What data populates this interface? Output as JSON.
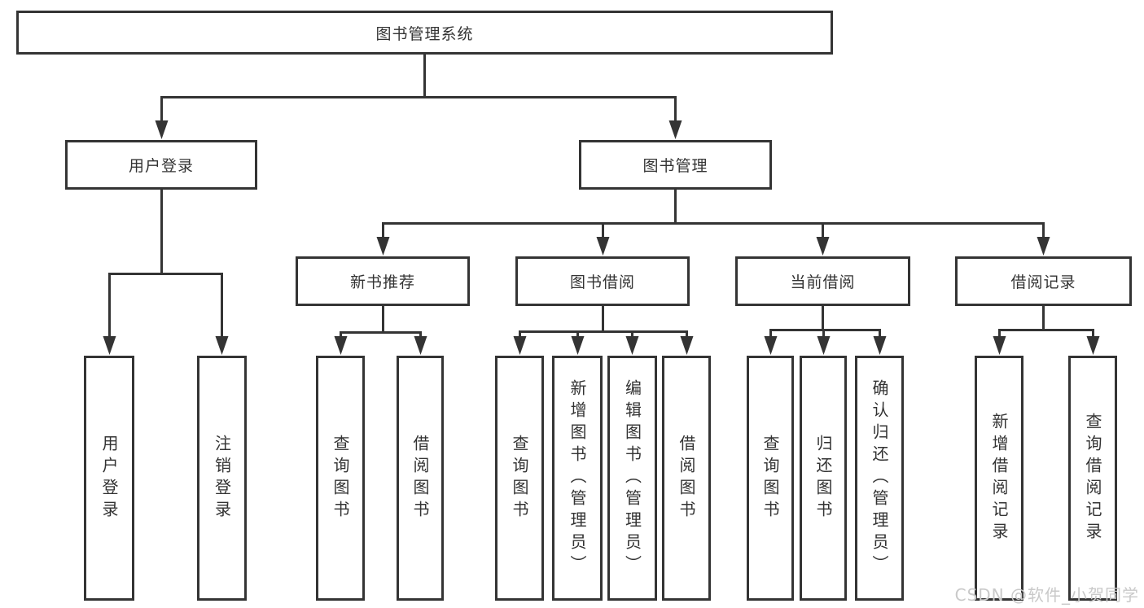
{
  "diagram_type": "hierarchy",
  "watermark": "CSDN @软件_小贺同学",
  "colors": {
    "line": "#343434",
    "box_border": "#343434",
    "box_fill": "#ffffff",
    "text": "#333333",
    "watermark": "#c9c9c9"
  },
  "tree": {
    "label": "图书管理系统",
    "children": [
      {
        "label": "用户登录",
        "children": [
          {
            "label": "用户登录"
          },
          {
            "label": "注销登录"
          }
        ]
      },
      {
        "label": "图书管理",
        "children": [
          {
            "label": "新书推荐",
            "children": [
              {
                "label": "查询图书"
              },
              {
                "label": "借阅图书"
              }
            ]
          },
          {
            "label": "图书借阅",
            "children": [
              {
                "label": "查询图书"
              },
              {
                "label": "新增图书（管理员）"
              },
              {
                "label": "编辑图书（管理员）"
              },
              {
                "label": "借阅图书"
              }
            ]
          },
          {
            "label": "当前借阅",
            "children": [
              {
                "label": "查询图书"
              },
              {
                "label": "归还图书"
              },
              {
                "label": "确认归还（管理员）"
              }
            ]
          },
          {
            "label": "借阅记录",
            "children": [
              {
                "label": "新增借阅记录"
              },
              {
                "label": "查询借阅记录"
              }
            ]
          }
        ]
      }
    ]
  }
}
